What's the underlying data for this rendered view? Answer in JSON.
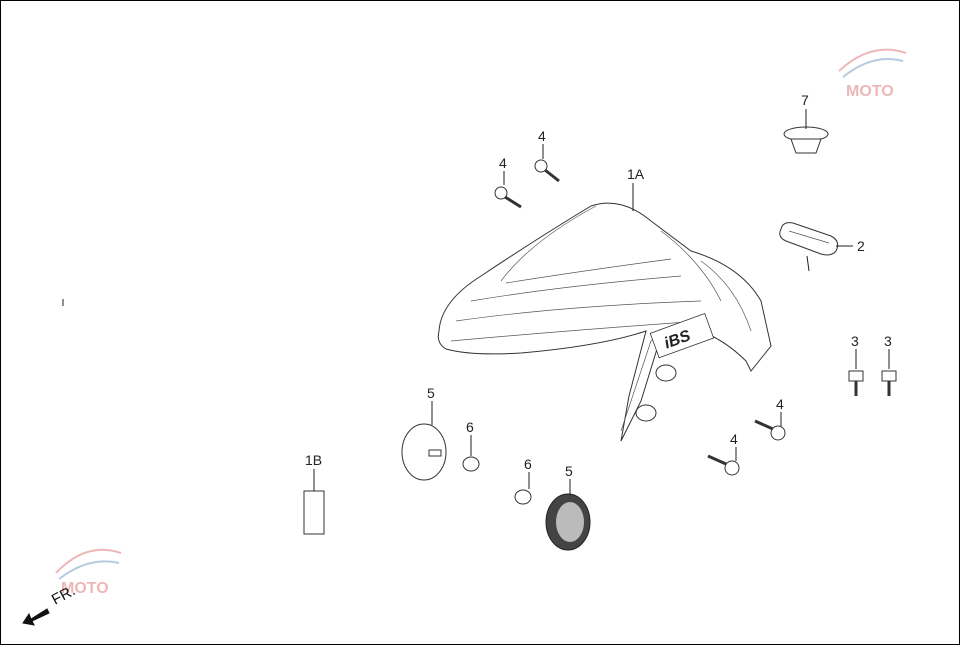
{
  "callouts": {
    "c1a": "1A",
    "c1b": "1B",
    "c2": "2",
    "c3a": "3",
    "c3b": "3",
    "c4a": "4",
    "c4b": "4",
    "c4c": "4",
    "c4d": "4",
    "c5a": "5",
    "c5b": "5",
    "c6a": "6",
    "c6b": "6",
    "c7": "7"
  },
  "fender_badge": "iBS",
  "direction_label": "FR."
}
